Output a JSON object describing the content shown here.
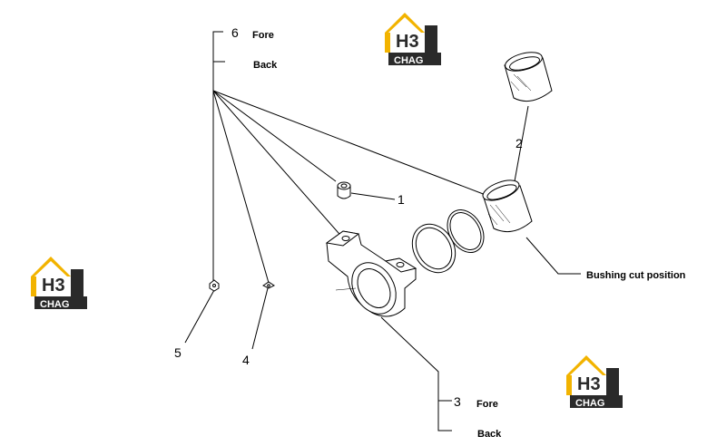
{
  "callouts": {
    "c1": "1",
    "c2": "2",
    "c3": "3",
    "c4": "4",
    "c5": "5",
    "c6": "6"
  },
  "notes": {
    "fore_top": "Fore",
    "back_top": "Back",
    "fore_bottom": "Fore",
    "back_bottom": "Back",
    "bushing_cut": "Bushing cut  position"
  },
  "logo": {
    "mark": "H3",
    "word": "CHAG",
    "colors": {
      "yellow": "#f2b300",
      "dark": "#2a2a2a"
    }
  }
}
